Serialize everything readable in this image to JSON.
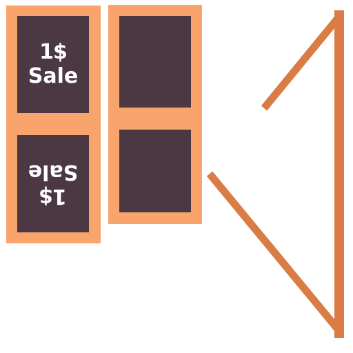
{
  "colors": {
    "background": "#ffffff",
    "frame": "#f8a46c",
    "card": "#4c3843",
    "card_text": "#ffffff",
    "arrow": "#d97c45"
  },
  "columns": [
    {
      "cards": [
        {
          "price": "1$",
          "label": "Sale",
          "flipped": false
        },
        {
          "price": "1$",
          "label": "Sale",
          "flipped": true
        }
      ]
    },
    {
      "cards": [
        {
          "price": "",
          "label": "",
          "flipped": false
        },
        {
          "price": "",
          "label": "",
          "flipped": false
        }
      ]
    }
  ],
  "arrow": {
    "icon": "back-arrow-outline-icon",
    "direction": "left"
  }
}
